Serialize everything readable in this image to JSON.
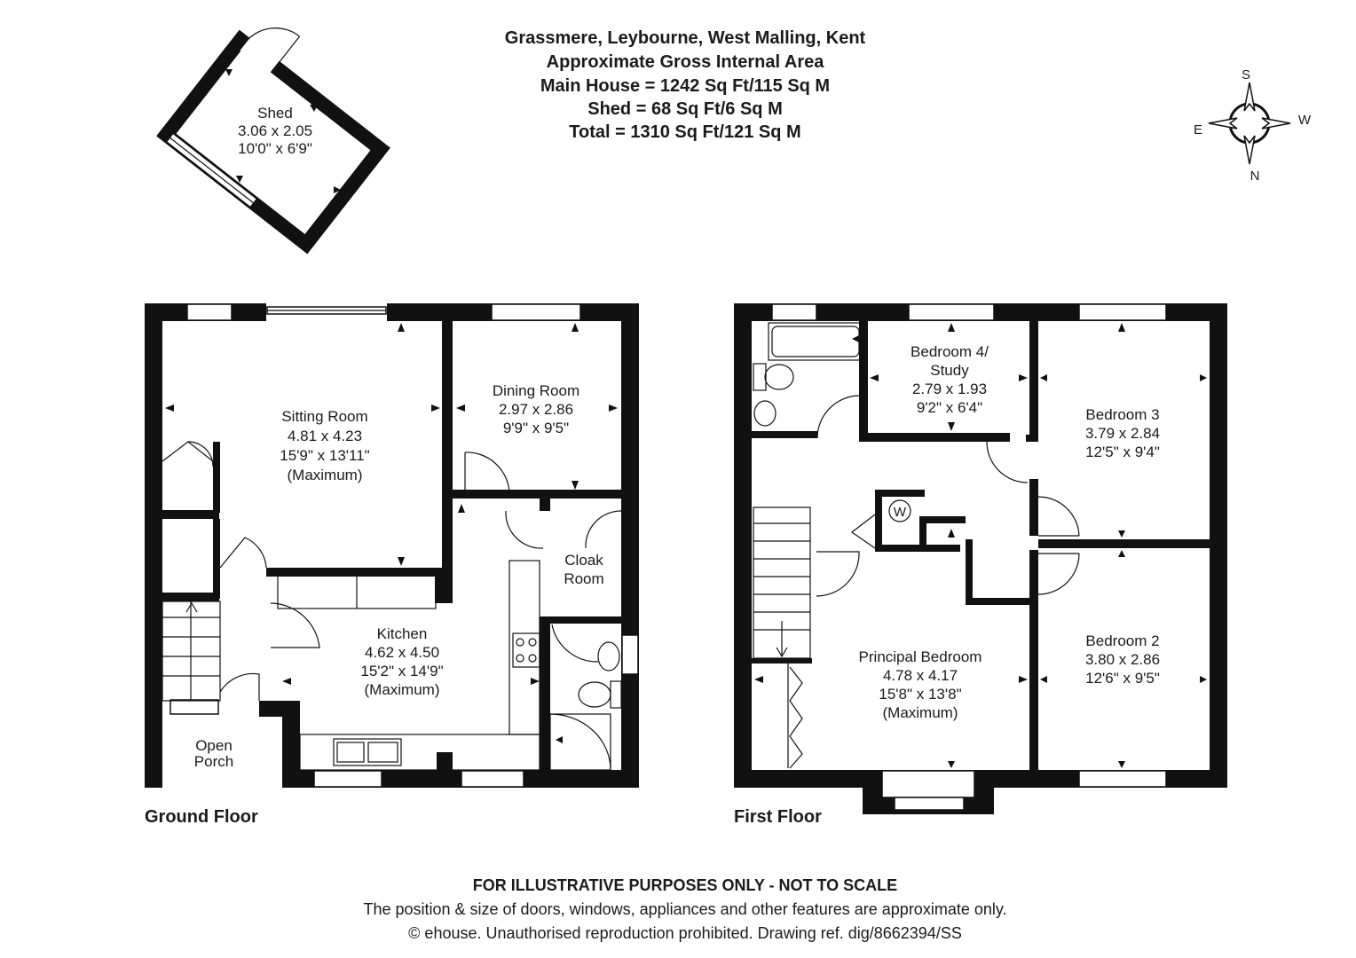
{
  "header": {
    "title": "Grassmere, Leybourne, West Malling, Kent",
    "line2": "Approximate Gross Internal Area",
    "line3": "Main House = 1242 Sq Ft/115 Sq M",
    "line4": "Shed = 68 Sq Ft/6 Sq M",
    "line5": "Total = 1310 Sq Ft/121 Sq M"
  },
  "compass": {
    "n": "N",
    "s": "S",
    "e": "E",
    "w": "W"
  },
  "shed": {
    "name": "Shed",
    "metric": "3.06 x 2.05",
    "imperial": "10'0\" x 6'9\""
  },
  "ground_floor": {
    "label": "Ground Floor",
    "sitting_room": {
      "name": "Sitting Room",
      "metric": "4.81 x 4.23",
      "imperial": "15'9\" x 13'11\"",
      "note": "(Maximum)"
    },
    "dining_room": {
      "name": "Dining Room",
      "metric": "2.97 x 2.86",
      "imperial": "9'9\" x 9'5\""
    },
    "kitchen": {
      "name": "Kitchen",
      "metric": "4.62 x 4.50",
      "imperial": "15'2\" x 14'9\"",
      "note": "(Maximum)"
    },
    "cloak_room": {
      "line1": "Cloak",
      "line2": "Room"
    },
    "open_porch": {
      "line1": "Open",
      "line2": "Porch"
    }
  },
  "first_floor": {
    "label": "First Floor",
    "bedroom4": {
      "line1": "Bedroom 4/",
      "line2": "Study",
      "metric": "2.79 x 1.93",
      "imperial": "9'2\" x 6'4\""
    },
    "bedroom3": {
      "name": "Bedroom 3",
      "metric": "3.79 x 2.84",
      "imperial": "12'5\" x 9'4\""
    },
    "bedroom2": {
      "name": "Bedroom 2",
      "metric": "3.80 x 2.86",
      "imperial": "12'6\" x 9'5\""
    },
    "principal": {
      "name": "Principal Bedroom",
      "metric": "4.78 x 4.17",
      "imperial": "15'8\" x 13'8\"",
      "note": "(Maximum)"
    },
    "washer_symbol": "W"
  },
  "footer": {
    "line1": "FOR ILLUSTRATIVE PURPOSES ONLY - NOT TO SCALE",
    "line2": "The position & size of doors, windows, appliances and other features are approximate only.",
    "line3": "© ehouse. Unauthorised reproduction prohibited. Drawing ref. dig/8662394/SS"
  }
}
